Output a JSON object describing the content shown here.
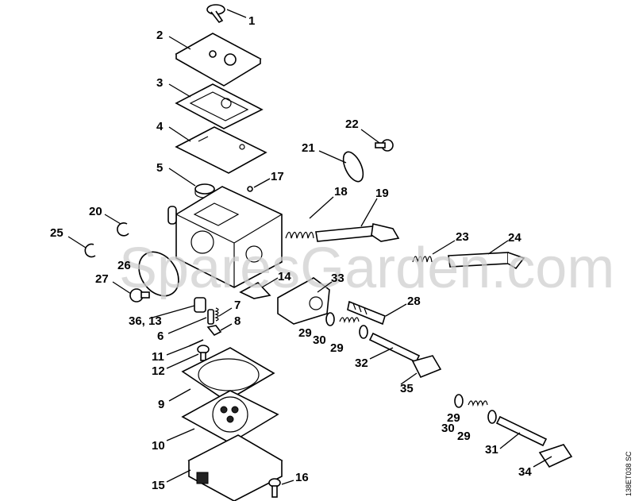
{
  "diagram": {
    "watermark": "SparesGarden.com",
    "drawing_code": "138ET038 SC",
    "labels": [
      "1",
      "2",
      "3",
      "4",
      "5",
      "17",
      "22",
      "21",
      "20",
      "18",
      "19",
      "25",
      "23",
      "24",
      "26",
      "27",
      "14",
      "33",
      "28",
      "36, 13",
      "7",
      "6",
      "8",
      "29",
      "30",
      "29",
      "11",
      "12",
      "32",
      "35",
      "9",
      "10",
      "29",
      "30",
      "29",
      "31",
      "34",
      "15",
      "16"
    ]
  }
}
